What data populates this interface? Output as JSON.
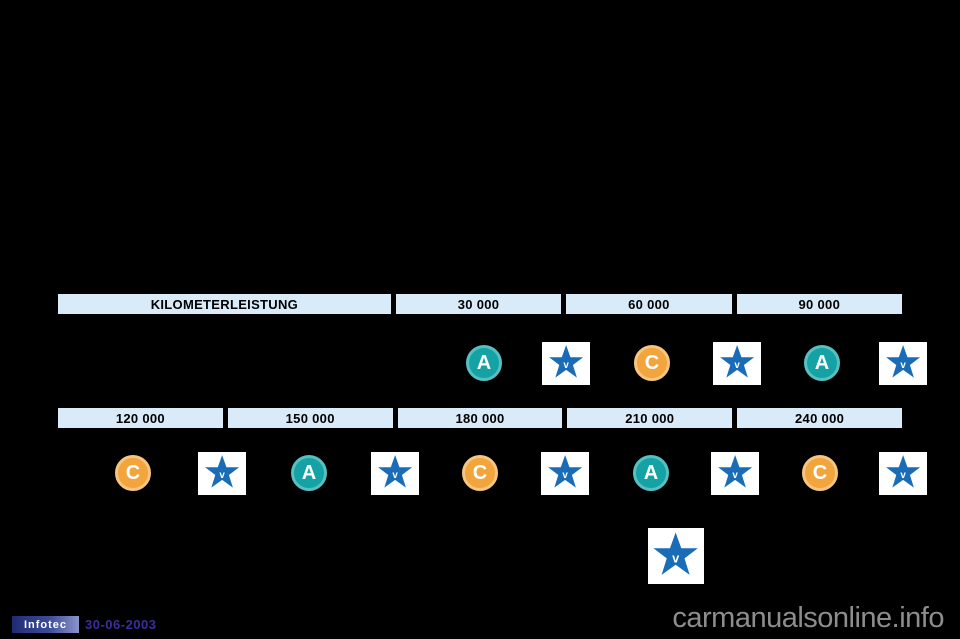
{
  "schedule": {
    "upper": {
      "headers": [
        "KILOMETERLEISTUNG",
        "30 000",
        "60 000",
        "90 000"
      ],
      "icons": [
        "A",
        "star",
        "C",
        "star",
        "A",
        "star"
      ]
    },
    "lower": {
      "headers": [
        "120 000",
        "150 000",
        "180 000",
        "210 000",
        "240 000"
      ],
      "icons": [
        "C",
        "star",
        "A",
        "star",
        "C",
        "star",
        "A",
        "star",
        "C",
        "star"
      ]
    },
    "single_star": "star"
  },
  "icons": {
    "a_label": "A",
    "c_label": "C",
    "star_letter": "v"
  },
  "footer": {
    "logo_text": "Infotec",
    "date": "30-06-2003",
    "watermark": "carmanualsonline.info"
  },
  "colors": {
    "page_bg": "#000000",
    "header_bg": "#d9eaf8",
    "service_a": "#14a2a4",
    "service_a_ring": "#57c0c2",
    "service_c": "#f2a43d",
    "service_c_ring": "#f6c57f",
    "star_blue": "#1a6cb7",
    "date_color": "#3b2e9e",
    "watermark_color": "#8d8d8d"
  }
}
